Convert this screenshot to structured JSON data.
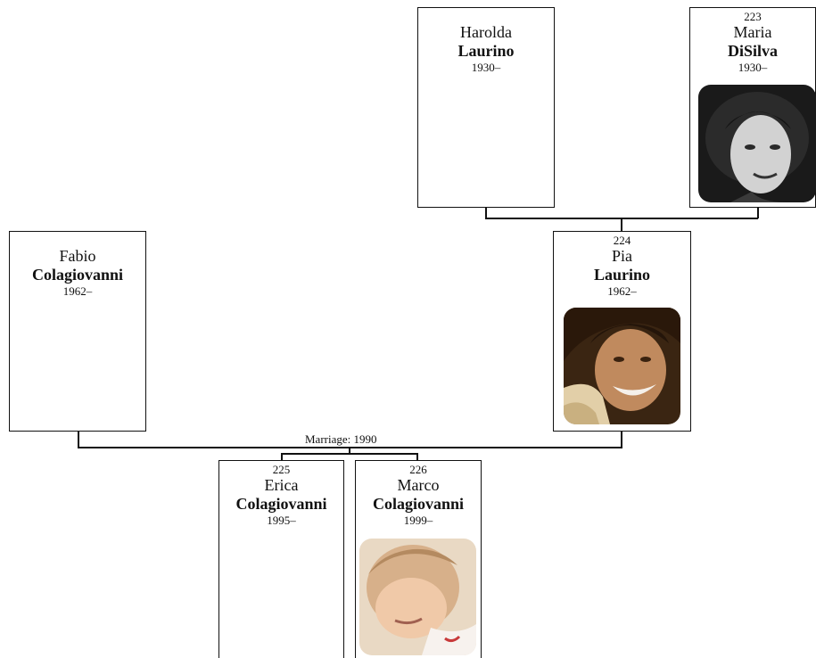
{
  "people": {
    "harolda": {
      "id": "",
      "given": "Harolda",
      "surname": "Laurino",
      "years": "1930–"
    },
    "maria": {
      "id": "223",
      "given": "Maria",
      "surname": "DiSilva",
      "years": "1930–",
      "photo": "portrait-grayscale-woman"
    },
    "fabio": {
      "id": "",
      "given": "Fabio",
      "surname": "Colagiovanni",
      "years": "1962–"
    },
    "pia": {
      "id": "224",
      "given": "Pia",
      "surname": "Laurino",
      "years": "1962–",
      "photo": "portrait-color-woman-smiling"
    },
    "erica": {
      "id": "225",
      "given": "Erica",
      "surname": "Colagiovanni",
      "years": "1995–"
    },
    "marco": {
      "id": "226",
      "given": "Marco",
      "surname": "Colagiovanni",
      "years": "1999–",
      "photo": "portrait-color-baby"
    }
  },
  "marriage": {
    "label": "Marriage: 1990"
  },
  "colors": {
    "line": "#111111",
    "background": "#ffffff"
  }
}
